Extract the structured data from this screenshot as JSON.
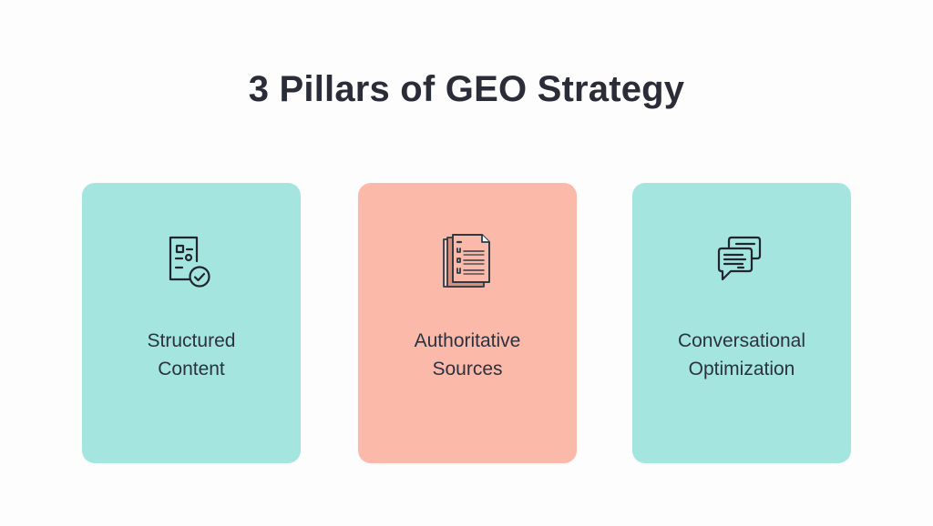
{
  "title": "3 Pillars of GEO Strategy",
  "colors": {
    "background": "#FDFDFD",
    "title_text": "#2A2D38",
    "teal_card": "#A4E6DF",
    "salmon_card": "#FBBAA9",
    "card_text": "#2C3140",
    "icon_stroke": "#22252F"
  },
  "pillars": [
    {
      "icon": "document-checklist-check-icon",
      "label_line1": "Structured",
      "label_line2": "Content",
      "color": "teal"
    },
    {
      "icon": "stacked-documents-icon",
      "label_line1": "Authoritative",
      "label_line2": "Sources",
      "color": "salmon"
    },
    {
      "icon": "chat-bubbles-icon",
      "label_line1": "Conversational",
      "label_line2": "Optimization",
      "color": "teal"
    }
  ]
}
